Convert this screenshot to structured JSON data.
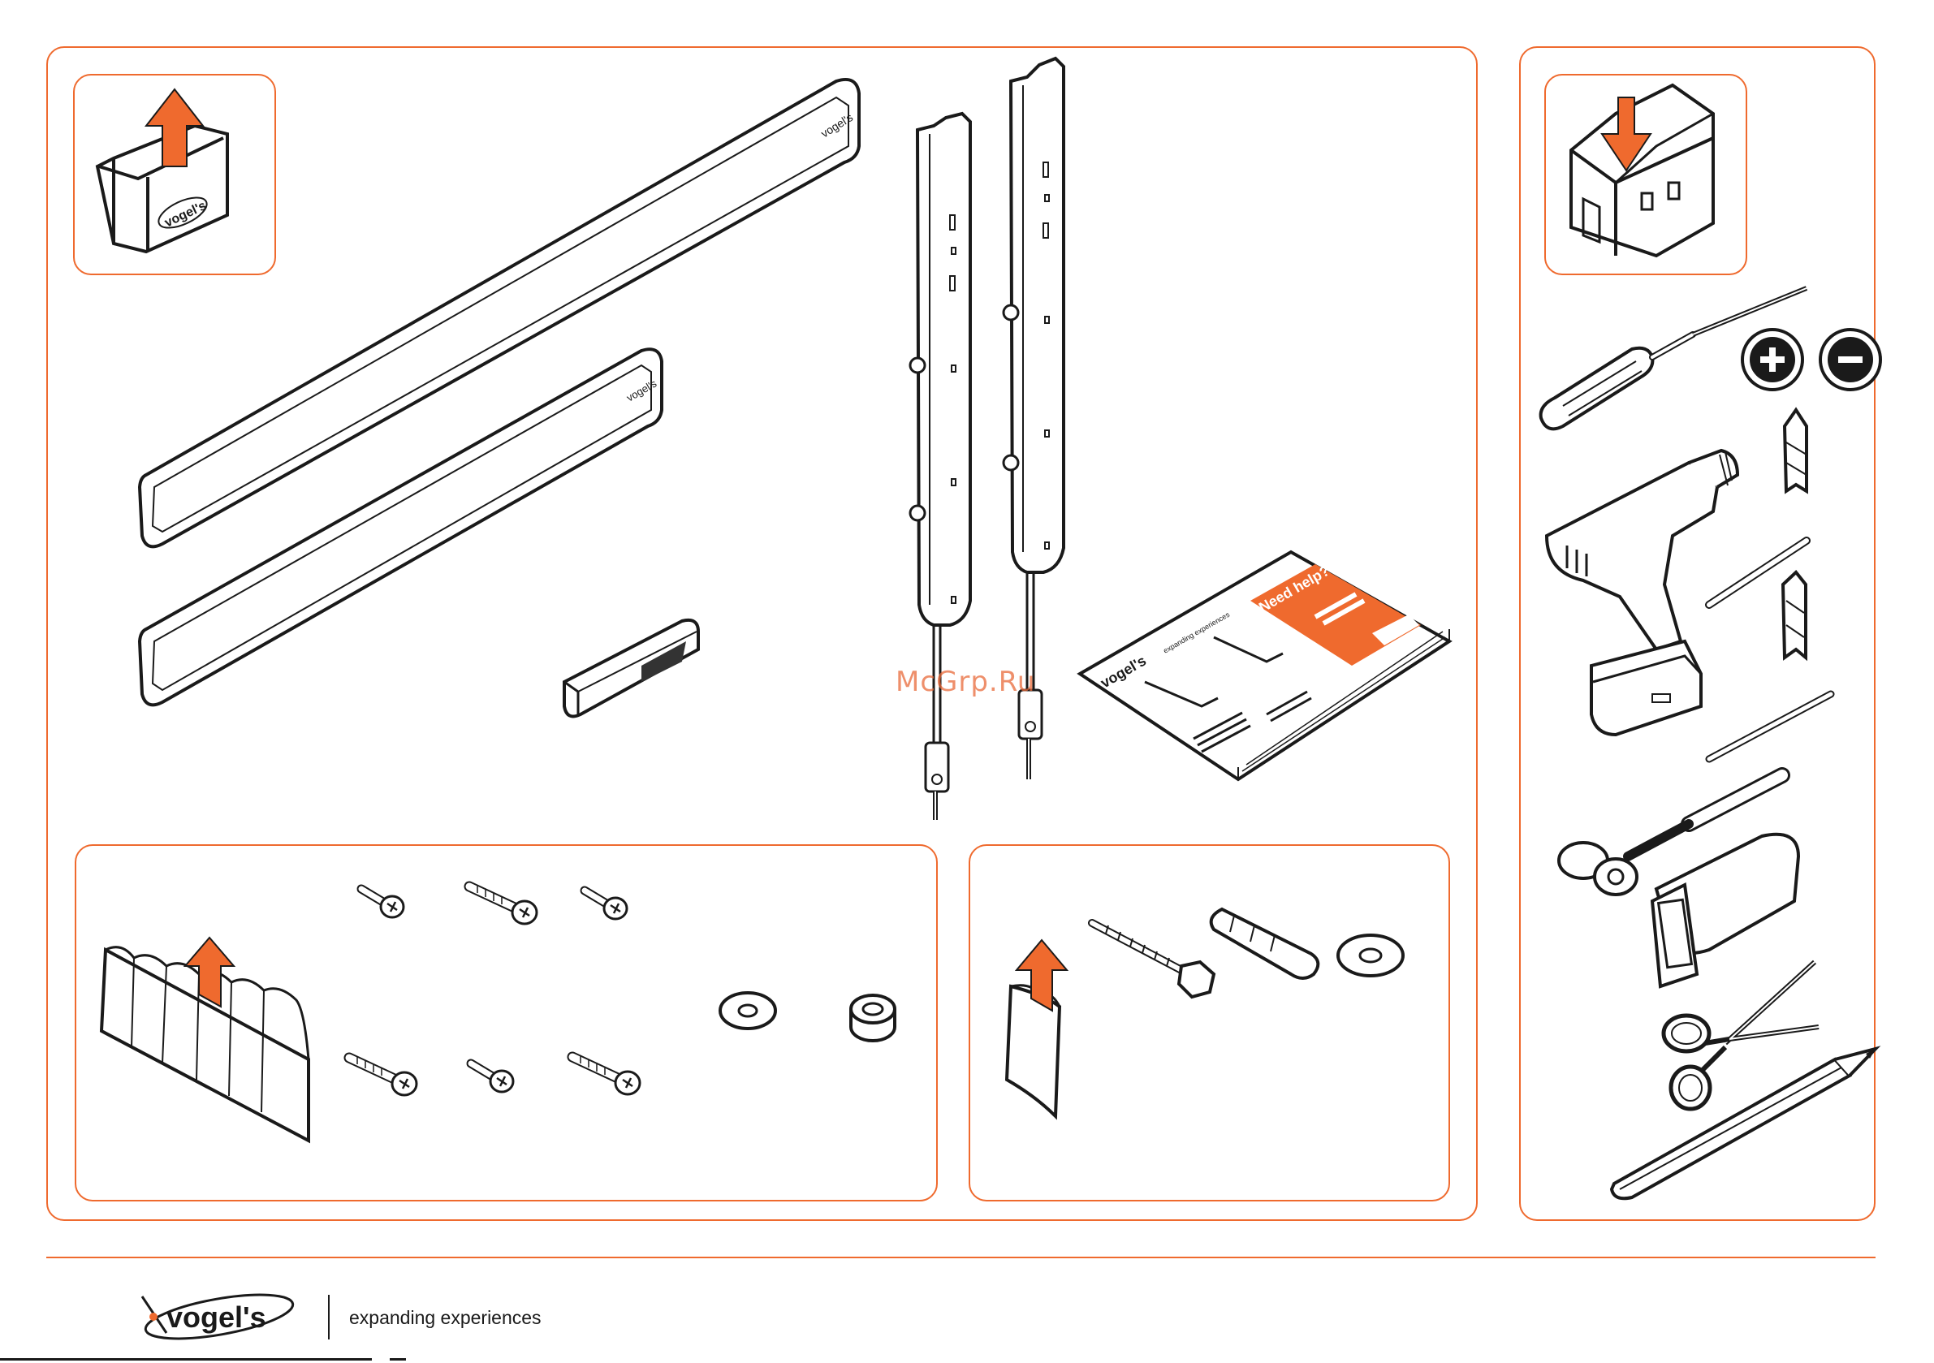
{
  "brand": {
    "logo_text": "vogel's",
    "tagline": "expanding experiences"
  },
  "watermark": "McGrp.Ru",
  "manual_cover": {
    "brand": "vogel's",
    "brand_tagline": "expanding experiences",
    "help_heading": "Need help?"
  },
  "rail_brand": "vogel's",
  "accent_color": "#ef6a2e",
  "icons": {
    "unpack": "box-unpack-icon",
    "home": "house-install-icon",
    "tools": [
      "screwdriver-icon",
      "phillips-plus-icon",
      "flat-minus-icon",
      "drill-icon",
      "drill-bit-icon",
      "socket-wrench-icon",
      "stud-finder-icon",
      "scissors-icon",
      "pencil-icon"
    ]
  }
}
